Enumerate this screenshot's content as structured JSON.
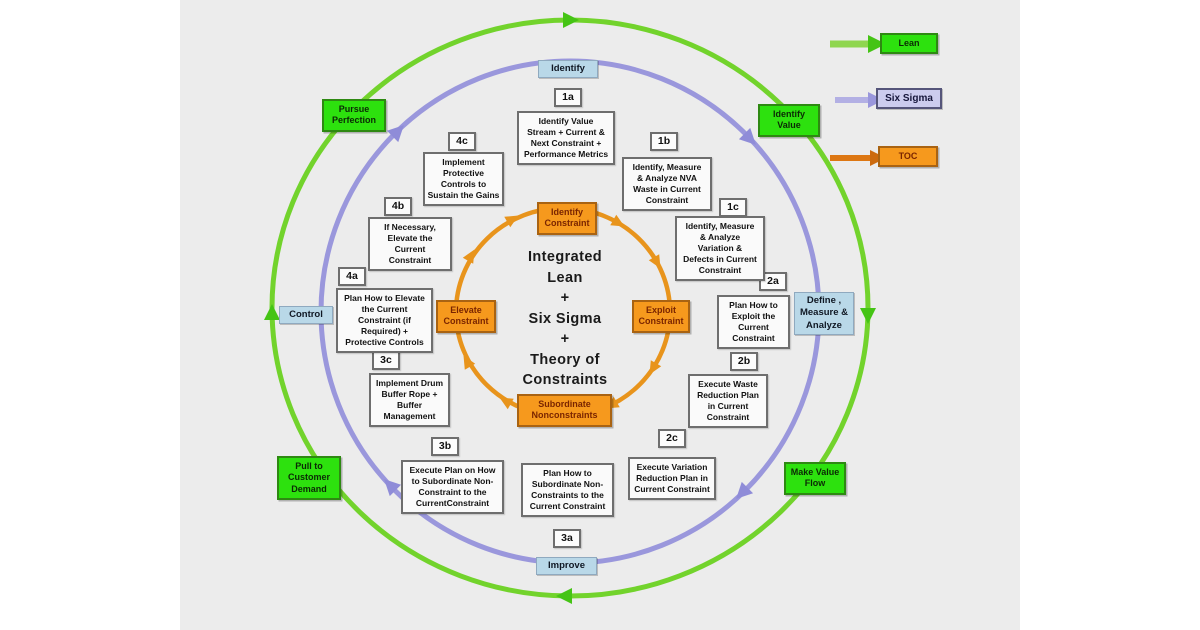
{
  "center_title": "Integrated\nLean\n+\nSix Sigma\n+\nTheory of\nConstraints",
  "legend": {
    "lean": "Lean",
    "six_sigma": "Six Sigma",
    "toc": "TOC",
    "lean_color": "#2de10e",
    "six_sigma_color": "#ccccee",
    "toc_color": "#f6991d"
  },
  "lean_phases": {
    "identify_value": "Identify\nValue",
    "make_value_flow": "Make Value\nFlow",
    "pull_to_customer_demand": "Pull to\nCustomer\nDemand",
    "pursue_perfection": "Pursue\nPerfection"
  },
  "six_sigma_phases": {
    "identify": "Identify",
    "define_measure_analyze": "Define ,\nMeasure  &\nAnalyze",
    "improve": "Improve",
    "control": "Control"
  },
  "toc_phases": {
    "identify_constraint": "Identify\nConstraint",
    "exploit_constraint": "Exploit\nConstraint",
    "subordinate_nonconstraints": "Subordinate\nNonconstraints",
    "elevate_constraint": "Elevate\nConstraint"
  },
  "steps": [
    {
      "id": "1a",
      "text": "Identify Value\nStream + Current &\nNext Constraint +\nPerformance Metrics"
    },
    {
      "id": "1b",
      "text": "Identify, Measure\n& Analyze NVA\nWaste in Current\nConstraint"
    },
    {
      "id": "1c",
      "text": "Identify, Measure\n& Analyze\nVariation &\nDefects in Current\nConstraint"
    },
    {
      "id": "2a",
      "text": "Plan How to\nExploit the\nCurrent\nConstraint"
    },
    {
      "id": "2b",
      "text": "Execute Waste\nReduction Plan\nin Current\nConstraint"
    },
    {
      "id": "2c",
      "text": "Execute Variation\nReduction Plan in\nCurrent Constraint"
    },
    {
      "id": "3a",
      "text": "Plan How to\nSubordinate Non-\nConstraints to the\nCurrent Constraint"
    },
    {
      "id": "3b",
      "text": "Execute Plan on How\nto Subordinate Non-\nConstraint to the\nCurrentConstraint"
    },
    {
      "id": "3c",
      "text": "Implement Drum\nBuffer Rope +\nBuffer\nManagement"
    },
    {
      "id": "4a",
      "text": "Plan How to Elevate\nthe Current\nConstraint (if\nRequired) +\nProtective Controls"
    },
    {
      "id": "4b",
      "text": "If Necessary,\nElevate the\nCurrent\nConstraint"
    },
    {
      "id": "4c",
      "text": "Implement\nProtective\nControls to\nSustain the Gains"
    }
  ]
}
